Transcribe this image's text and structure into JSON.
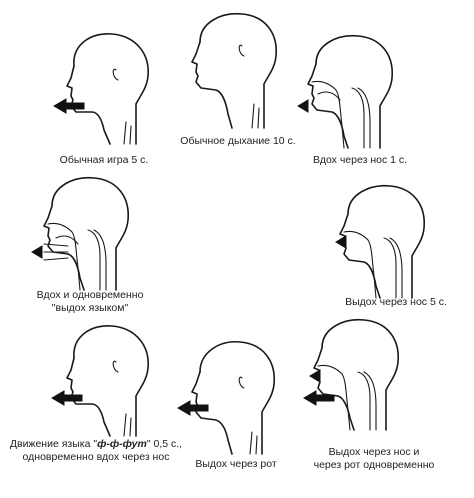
{
  "figures": [
    {
      "id": "normal-play",
      "caption_lines": [
        "Обычная игра 5 с."
      ]
    },
    {
      "id": "normal-breathing",
      "caption_lines": [
        "Обычное дыхание 10 с."
      ]
    },
    {
      "id": "inhale-nose",
      "caption_lines": [
        "Вдох через нос 1 с."
      ]
    },
    {
      "id": "inhale-tongue-exhale",
      "caption_lines": [
        "Вдох и одновременно",
        "\"выдох языком\""
      ]
    },
    {
      "id": "exhale-nose",
      "caption_lines": [
        "Выдох через нос 5 с."
      ]
    },
    {
      "id": "tongue-movement",
      "caption_line1_before": "Движение языка \"",
      "caption_line1_emph": "ф-ф-фут",
      "caption_line1_after": "\" 0,5 с.,",
      "caption_line2": "одновременно вдох через нос"
    },
    {
      "id": "exhale-mouth",
      "caption_lines": [
        "Выдох через рот"
      ]
    },
    {
      "id": "exhale-nose-mouth",
      "caption_lines": [
        "Выдох через нос и",
        "через рот одновременно"
      ]
    }
  ]
}
